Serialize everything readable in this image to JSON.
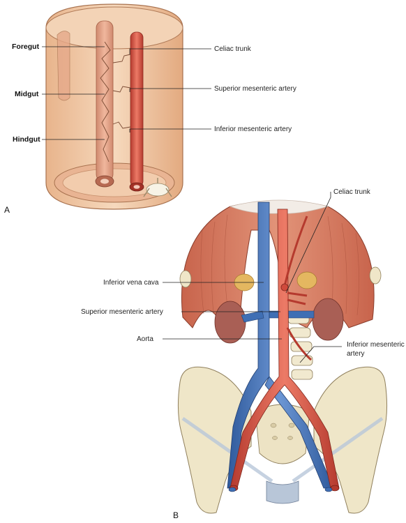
{
  "panel_a": {
    "letter": "A",
    "labels_left": [
      "Foregut",
      "Midgut",
      "Hindgut"
    ],
    "labels_right": [
      "Celiac trunk",
      "Superior mesenteric artery",
      "Inferior mesenteric artery"
    ]
  },
  "panel_b": {
    "letter": "B",
    "labels": {
      "celiac_trunk": "Celiac trunk",
      "inferior_vena_cava": "Inferior vena cava",
      "superior_mesenteric_artery": "Superior mesenteric artery",
      "aorta": "Aorta",
      "inferior_mesenteric_artery_1": "Inferior mesenteric",
      "inferior_mesenteric_artery_2": "artery"
    }
  },
  "colors": {
    "artery": "#cf4a3c",
    "vein": "#3f6fb4",
    "muscle": "#d8826a",
    "bone": "#efe6c8",
    "body_wall": "#f1c9a5"
  }
}
